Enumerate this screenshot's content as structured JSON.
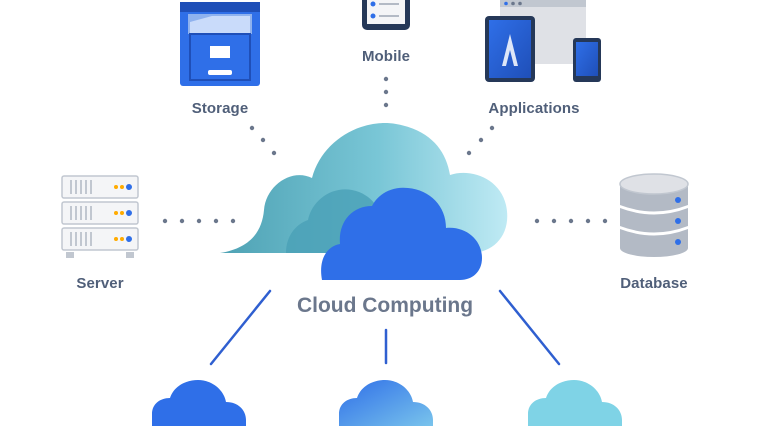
{
  "diagram": {
    "center_label": "Cloud Computing",
    "nodes": [
      {
        "id": "storage",
        "label": "Storage",
        "icon": "storage-cabinet-icon"
      },
      {
        "id": "mobile",
        "label": "Mobile",
        "icon": "mobile-phone-icon"
      },
      {
        "id": "applications",
        "label": "Applications",
        "icon": "devices-icon"
      },
      {
        "id": "server",
        "label": "Server",
        "icon": "server-rack-icon"
      },
      {
        "id": "database",
        "label": "Database",
        "icon": "database-icon"
      }
    ],
    "clouds": [
      {
        "name": "left",
        "color": "#2f6fe8"
      },
      {
        "name": "center",
        "color": "#4a8ef0"
      },
      {
        "name": "right",
        "color": "#7fd3e6"
      }
    ]
  },
  "colors": {
    "primary_blue": "#2f6fe8",
    "teal": "#5bb8c9",
    "light_teal": "#b5e8f2",
    "dots": "#6b778c",
    "label": "#505f79",
    "connector": "#2f5fd0"
  }
}
